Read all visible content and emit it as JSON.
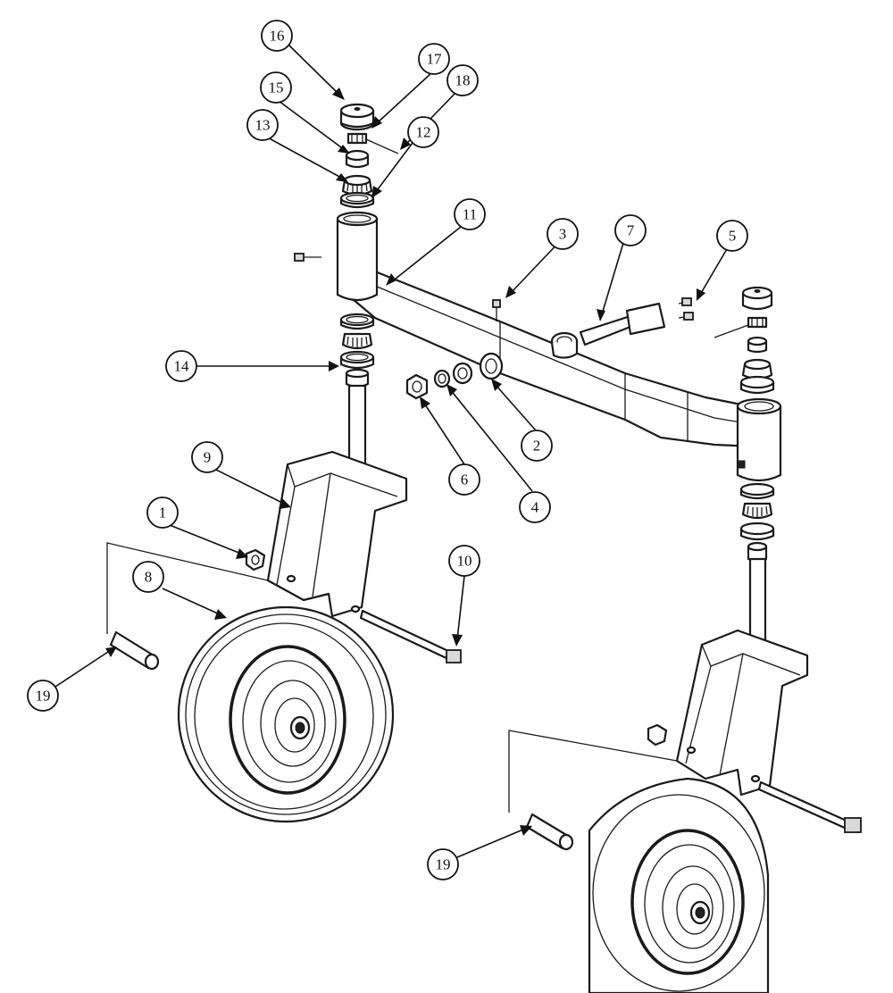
{
  "callouts": [
    {
      "id": "c1",
      "label": "1"
    },
    {
      "id": "c2",
      "label": "2"
    },
    {
      "id": "c3",
      "label": "3"
    },
    {
      "id": "c4",
      "label": "4"
    },
    {
      "id": "c5",
      "label": "5"
    },
    {
      "id": "c6",
      "label": "6"
    },
    {
      "id": "c7",
      "label": "7"
    },
    {
      "id": "c8",
      "label": "8"
    },
    {
      "id": "c9",
      "label": "9"
    },
    {
      "id": "c10",
      "label": "10"
    },
    {
      "id": "c11",
      "label": "11"
    },
    {
      "id": "c12",
      "label": "12"
    },
    {
      "id": "c13",
      "label": "13"
    },
    {
      "id": "c14",
      "label": "14"
    },
    {
      "id": "c15",
      "label": "15"
    },
    {
      "id": "c16",
      "label": "16"
    },
    {
      "id": "c17",
      "label": "17"
    },
    {
      "id": "c18",
      "label": "18"
    },
    {
      "id": "c19a",
      "label": "19"
    },
    {
      "id": "c19b",
      "label": "19"
    }
  ]
}
